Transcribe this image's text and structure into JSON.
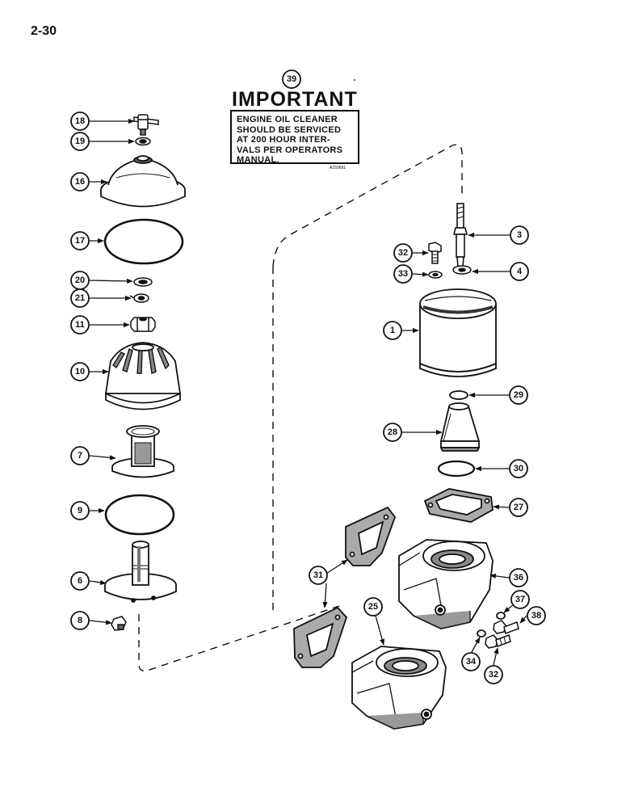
{
  "page_number": "2-30",
  "decal": {
    "callout": "39",
    "title": "IMPORTANT",
    "lines": [
      "ENGINE OIL CLEANER",
      "SHOULD BE SERVICED",
      "AT 200 HOUR INTER-",
      "VALS PER OPERATORS",
      "MANUAL."
    ],
    "code": "A150681"
  },
  "callouts": {
    "c18": "18",
    "c19": "19",
    "c16": "16",
    "c17": "17",
    "c20": "20",
    "c21": "21",
    "c11": "11",
    "c10": "10",
    "c7": "7",
    "c9": "9",
    "c6": "6",
    "c8": "8",
    "c3": "3",
    "c32a": "32",
    "c4": "4",
    "c33": "33",
    "c1": "1",
    "c29": "29",
    "c28": "28",
    "c30": "30",
    "c27": "27",
    "c31": "31",
    "c36": "36",
    "c37": "37",
    "c38": "38",
    "c25": "25",
    "c34": "34",
    "c32b": "32"
  },
  "colors": {
    "ink": "#111111",
    "paper": "#ffffff",
    "shade": "#555555"
  }
}
